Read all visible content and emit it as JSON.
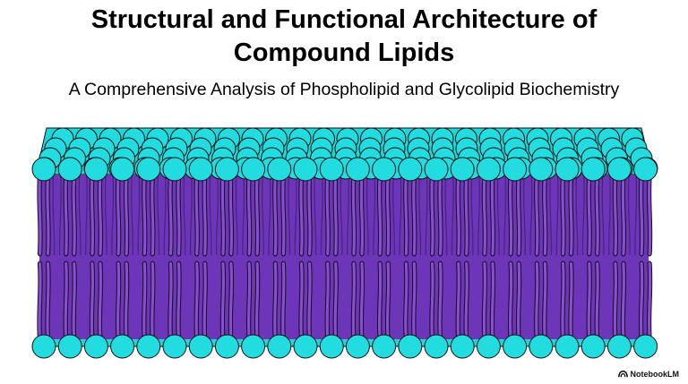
{
  "header": {
    "title_line1": "Structural and Functional Architecture of",
    "title_line2": "Compound Lipids",
    "subtitle": "A Comprehensive Analysis of Phospholipid and Glycolipid Biochemistry"
  },
  "diagram": {
    "head_color": "#22dce0",
    "tail_color": "#8a4bd6",
    "outline_color": "#111111",
    "surface_color": "#1fd6d8"
  },
  "watermark": {
    "brand": "NotebookLM",
    "icon": "notebooklm-logo-icon"
  }
}
